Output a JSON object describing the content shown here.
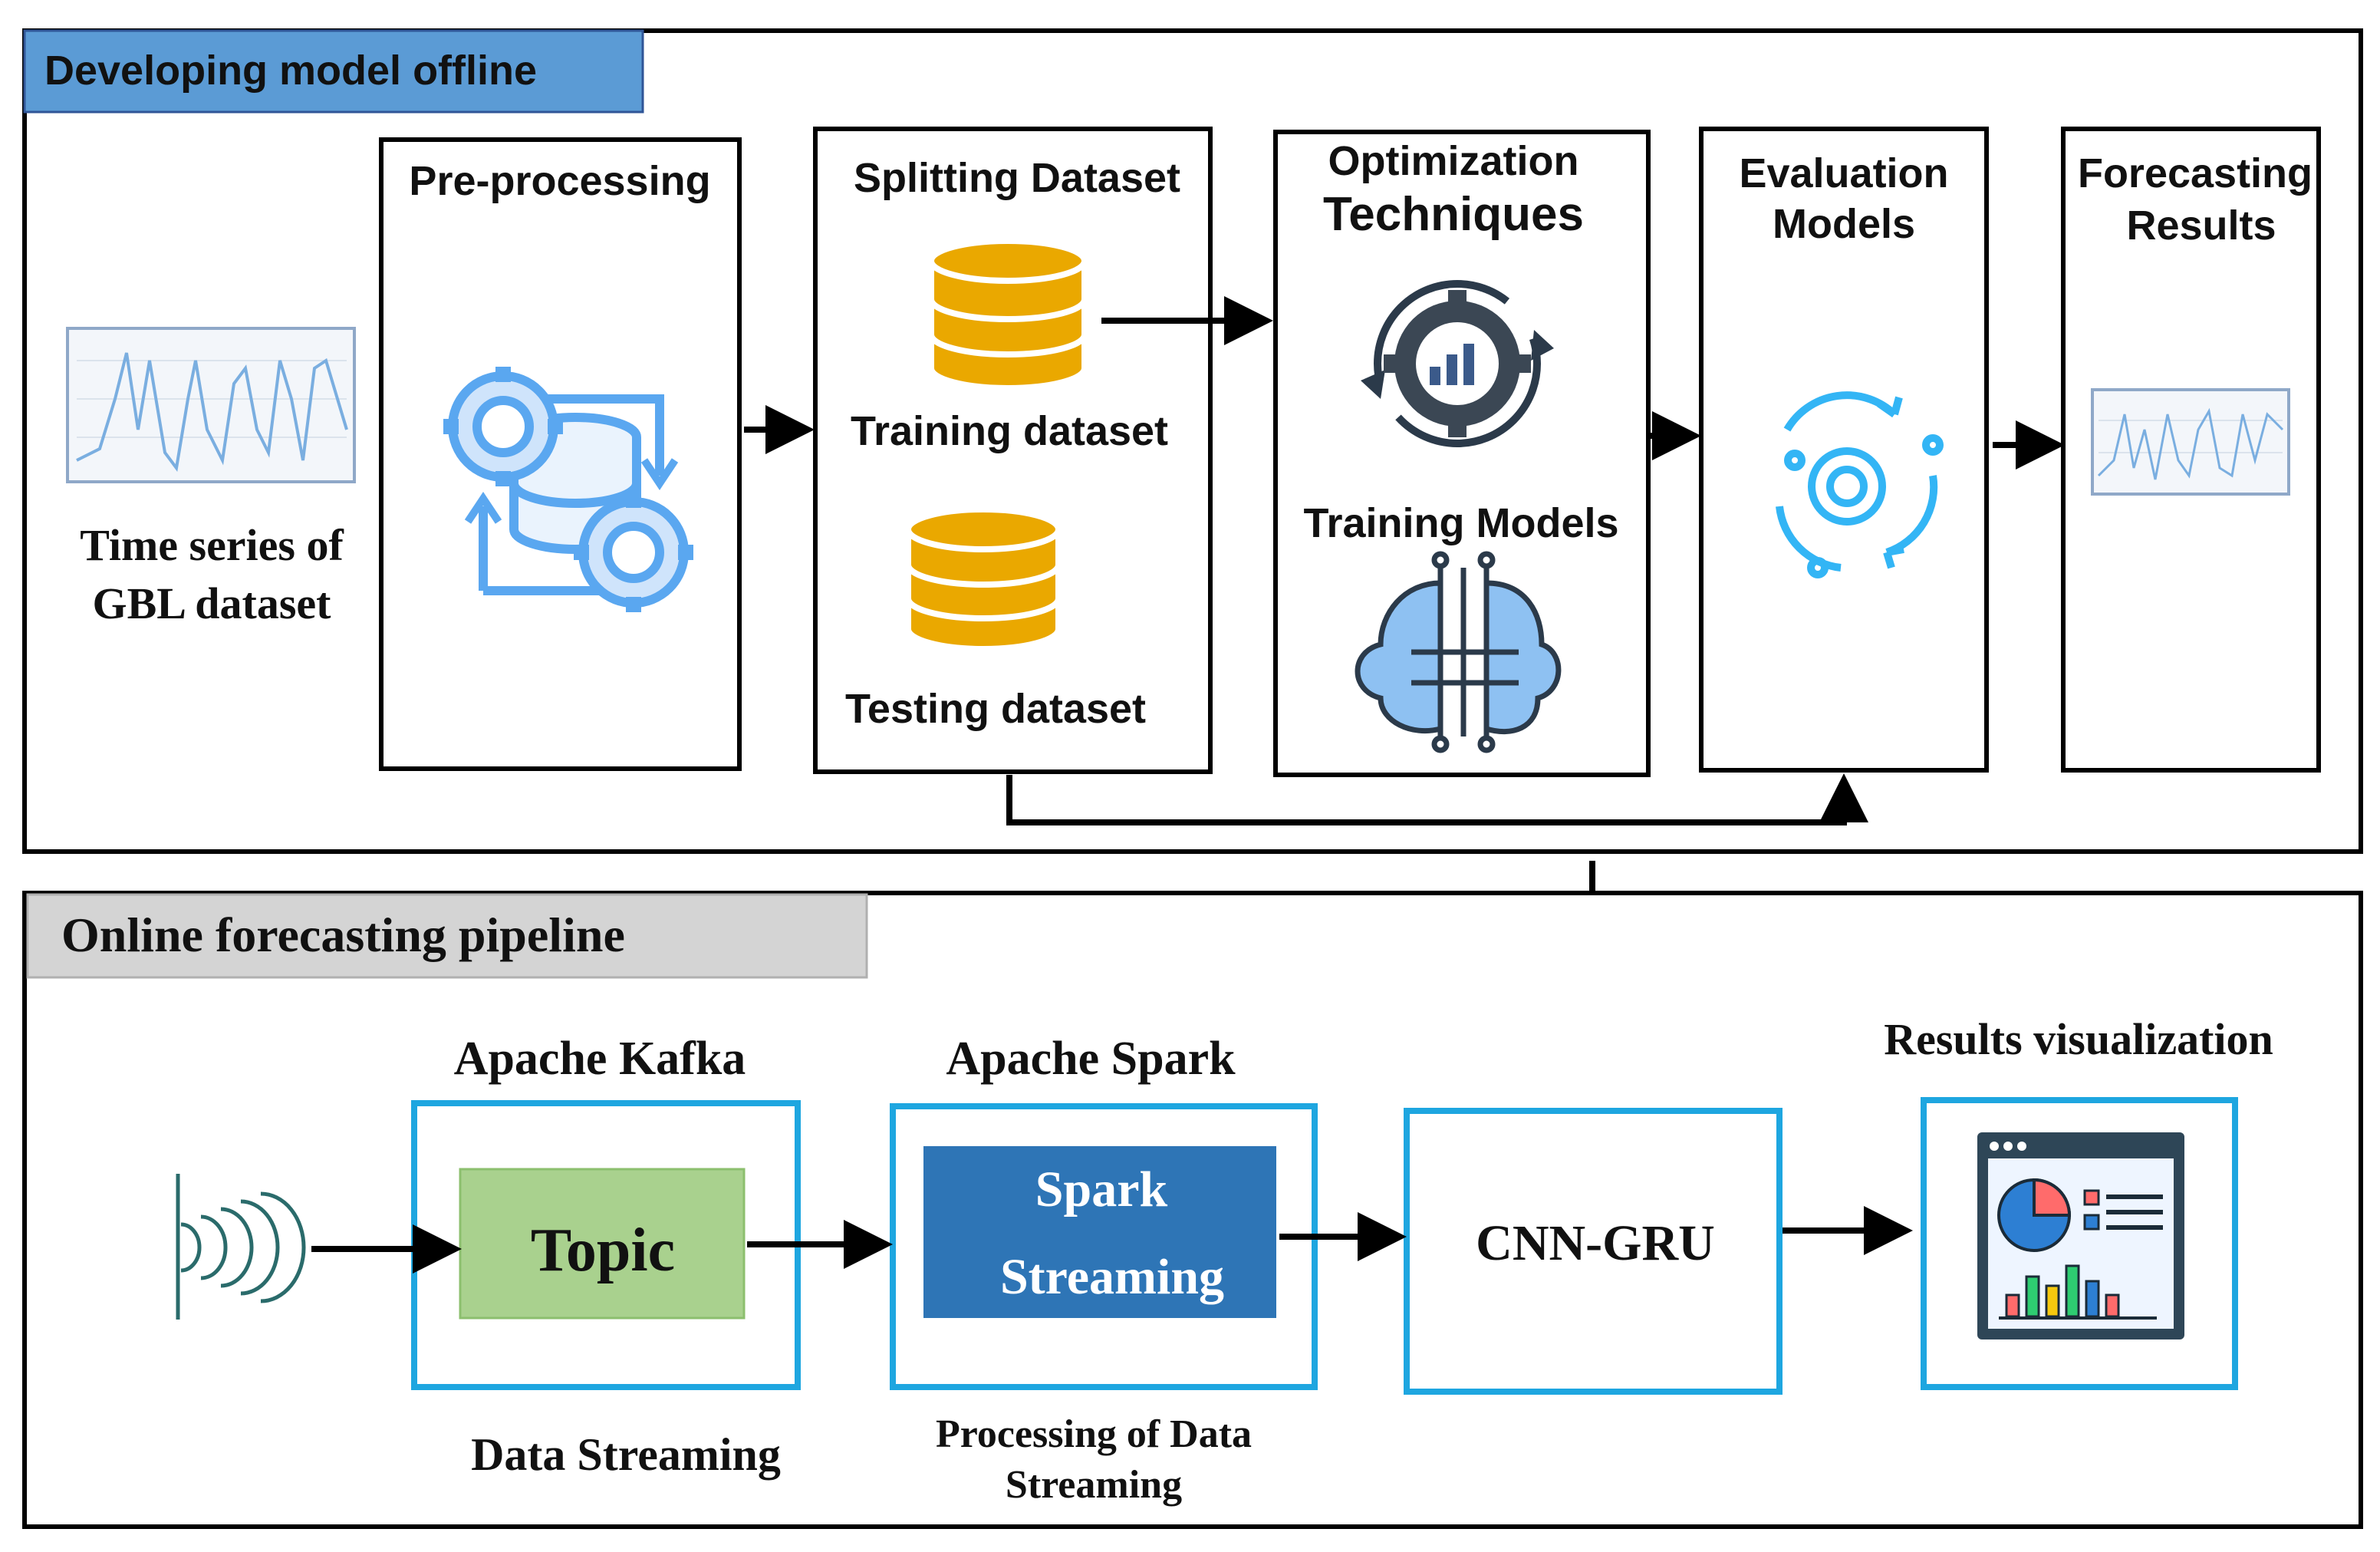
{
  "offline": {
    "title": "Developing model offline",
    "input": {
      "label_line1": "Time series of",
      "label_line2": "GBL dataset"
    },
    "preprocessing": {
      "title": "Pre-processing"
    },
    "splitting": {
      "title": "Splitting Dataset",
      "training_label": "Training dataset",
      "testing_label": "Testing dataset"
    },
    "optimization": {
      "title_line1": "Optimization",
      "title_line2": "Techniques",
      "training_models_label": "Training Models"
    },
    "evaluation": {
      "title_line1": "Evaluation",
      "title_line2": "Models"
    },
    "forecasting": {
      "title_line1": "Forecasting",
      "title_line2": "Results"
    }
  },
  "online": {
    "title": "Online forecasting pipeline",
    "kafka": {
      "title": "Apache Kafka",
      "topic_label": "Topic",
      "caption": "Data Streaming"
    },
    "spark": {
      "title": "Apache Spark",
      "inner_line1": "Spark",
      "inner_line2": "Streaming",
      "caption_line1": "Processing of Data",
      "caption_line2": "Streaming"
    },
    "model": {
      "label": "CNN-GRU"
    },
    "results": {
      "title": "Results visualization"
    }
  },
  "icons": {
    "input_chart": "line-chart-thumbnail-icon",
    "preprocessing": "database-gears-icon",
    "dataset": "database-icon",
    "optimization": "gear-chart-icon",
    "training_models": "brain-circuit-icon",
    "evaluation": "gear-cycle-icon",
    "forecast_chart": "line-chart-thumbnail-icon",
    "sensor": "signal-waves-icon",
    "dashboard": "dashboard-icon"
  },
  "colors": {
    "offline_header": "#5b9bd5",
    "online_header": "#d4d4d4",
    "database": "#eaa800",
    "cyan_border": "#1ea6e0",
    "topic_fill": "#a9d18e",
    "spark_fill": "#2e75b6",
    "icon_blue": "#5aa7f0",
    "icon_dark": "#2b3a4a"
  }
}
